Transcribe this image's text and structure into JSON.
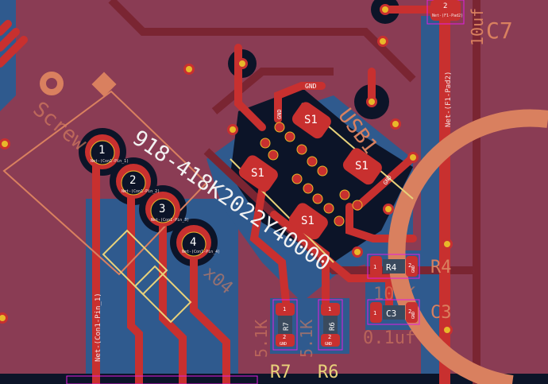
{
  "board": {
    "colors": {
      "background": "#8a3c54",
      "front_copper": "#c8302f",
      "back_copper": "#2f5a8e",
      "clearance": "#0c1428",
      "silk_front": "#d9805f",
      "silk_back": "#e8d27a",
      "courtyard": "#e21ee0",
      "via": "#e8b82a"
    }
  },
  "connector": {
    "ref_silk": "Screw",
    "value": "918-418K2022Y40000",
    "suffix": "x04",
    "pads": [
      {
        "num": "1",
        "net": "Net-(Con1-Pin_1)"
      },
      {
        "num": "2",
        "net": "Net-(Con1-Pin_2)"
      },
      {
        "num": "3",
        "net": "Net-(Con1-Pin_3)"
      },
      {
        "num": "4",
        "net": "Net-(Con1-Pin_4)"
      }
    ],
    "trace_net": "Net-(Con1-Pin_1)"
  },
  "usb": {
    "ref": "USB1",
    "shield_pads": [
      "S1",
      "S1",
      "S1",
      "S1"
    ],
    "gnd_labels": [
      "GND",
      "GND",
      "GND"
    ]
  },
  "fuse": {
    "pad": "2",
    "net": "Net-(F1-Pad2)",
    "trace_net": "Net-(F1-Pad2)"
  },
  "caps": [
    {
      "ref": "C7",
      "value": "10uf"
    },
    {
      "ref": "C3",
      "value": "0.1uf",
      "pad1": "1",
      "pad2": "2",
      "pad2_net": "GND"
    }
  ],
  "resistors": [
    {
      "ref": "R4",
      "value": "100K",
      "pad1": "1",
      "pad2": "2",
      "pad2_net": "GND"
    },
    {
      "ref": "R7",
      "value": "5.1K",
      "pad1": "1",
      "pad2": "2",
      "pad2_net": "GND"
    },
    {
      "ref": "R6",
      "value": "5.1K",
      "pad1": "1",
      "pad2": "2",
      "pad2_net": "GND"
    }
  ]
}
